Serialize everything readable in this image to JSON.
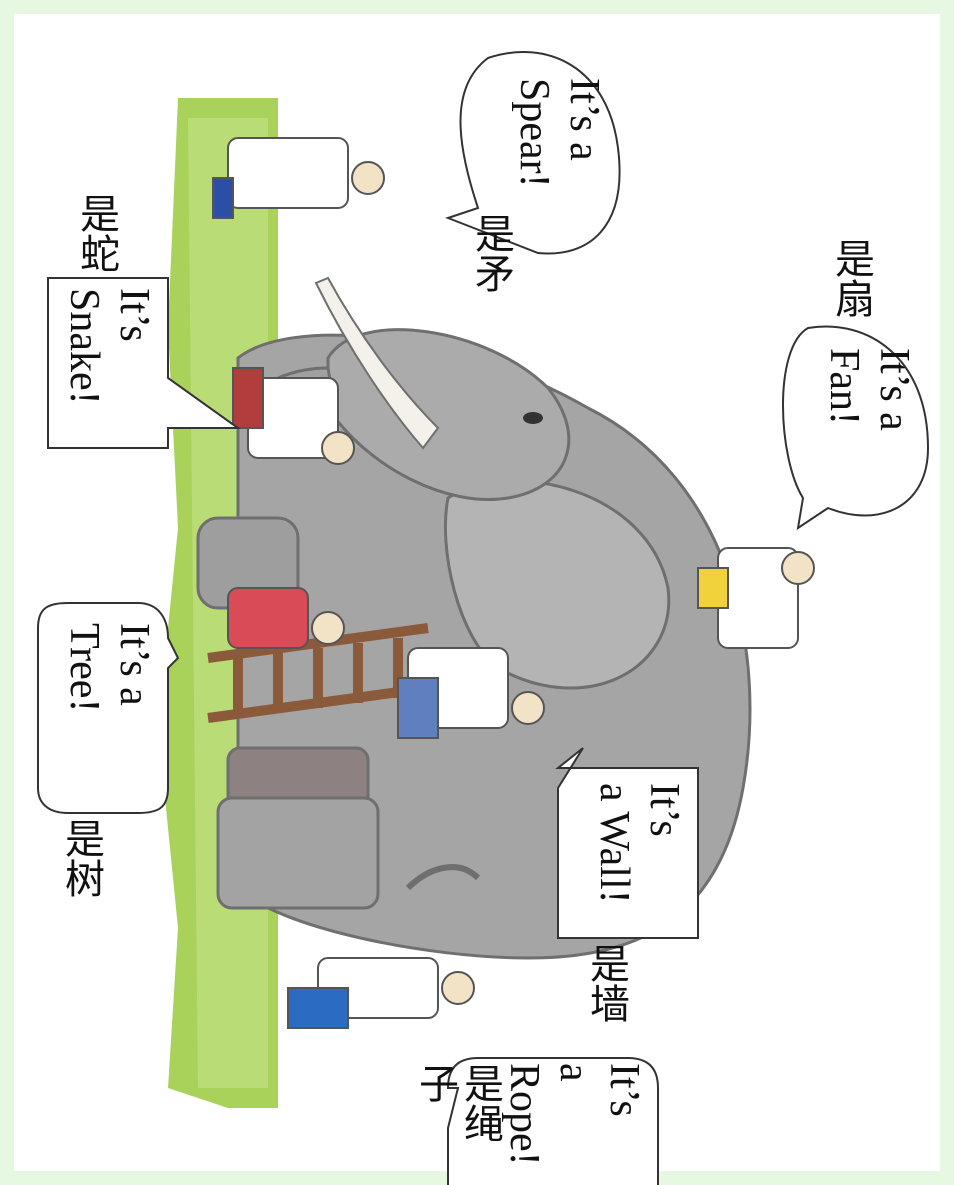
{
  "bubbles": {
    "fan": {
      "en_line1": "It’s a",
      "en_line2": "Fan!",
      "zh": "是扇"
    },
    "spear": {
      "en_line1": "It’s a",
      "en_line2": "Spear!",
      "zh": "是矛"
    },
    "snake": {
      "en_line1": "It’s",
      "en_line2": "Snake!",
      "zh": "是蛇"
    },
    "tree": {
      "en_line1": "It’s a",
      "en_line2": "Tree!",
      "zh": "是树"
    },
    "wall": {
      "en_line1": "It’s",
      "en_line2": "a Wall!",
      "zh": "是墙"
    },
    "rope": {
      "en_line1": "It’s",
      "en_line2": "a",
      "en_line3": "Rope!",
      "zh_line1": "是绳",
      "zh_line2": "子"
    }
  },
  "colors": {
    "frame": "#e6f7e2",
    "grass": "#a9d25a",
    "elephant": "#a5a5a5",
    "elephant_dark": "#7f7f7f",
    "tusk": "#f3f1ea",
    "ladder": "#8a5a3b"
  }
}
